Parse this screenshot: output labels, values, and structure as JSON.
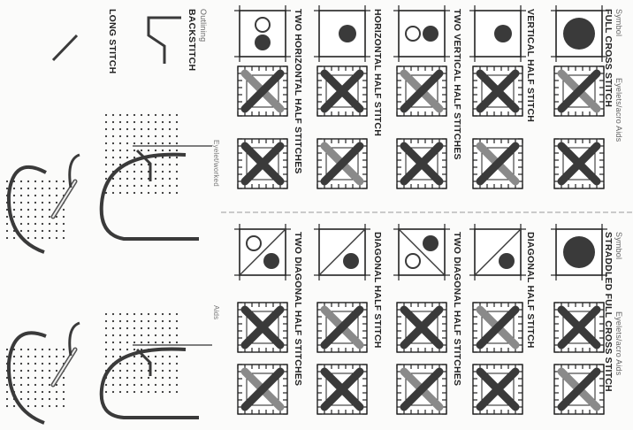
{
  "colors": {
    "dark_thread": "#3a3a3a",
    "light_thread": "#8a8a8a",
    "grid_line": "#222222",
    "block_fill": "#ffffff"
  },
  "headers": {
    "top_symbol": "Symbol",
    "top_aids": "Eyelets/acro  Aids",
    "bottom_symbol": "Symbol",
    "bottom_aids": "Eyelets/acro  Aids",
    "eyelets_top": "Eyelet/worked",
    "aids_bottom": "Aids"
  },
  "left_block": {
    "titles": [
      "FULL CROSS STITCH",
      "VERTICAL HALF STITCH",
      "TWO VERTICAL HALF STITCHES",
      "HORIZONTAL HALF STITCH",
      "TWO HORIZONTAL HALF STITCHES"
    ]
  },
  "right_block": {
    "titles": [
      "STRADDLED FULL CROSS STITCH",
      "DIAGONAL HALF STITCH",
      "TWO DIAGONAL HALF STITCHES",
      "DIAGONAL HALF STITCH",
      "TWO DIAGONAL HALF STITCHES"
    ]
  },
  "outlining": {
    "label": "Outlining",
    "backstitch": "BACKSTITCH",
    "long_stitch": "LONG STITCH"
  },
  "icons": [
    "full-circle-symbol-icon",
    "cross-stitch-tile-icon",
    "needle-thread-icon",
    "dot-grid-icon"
  ]
}
